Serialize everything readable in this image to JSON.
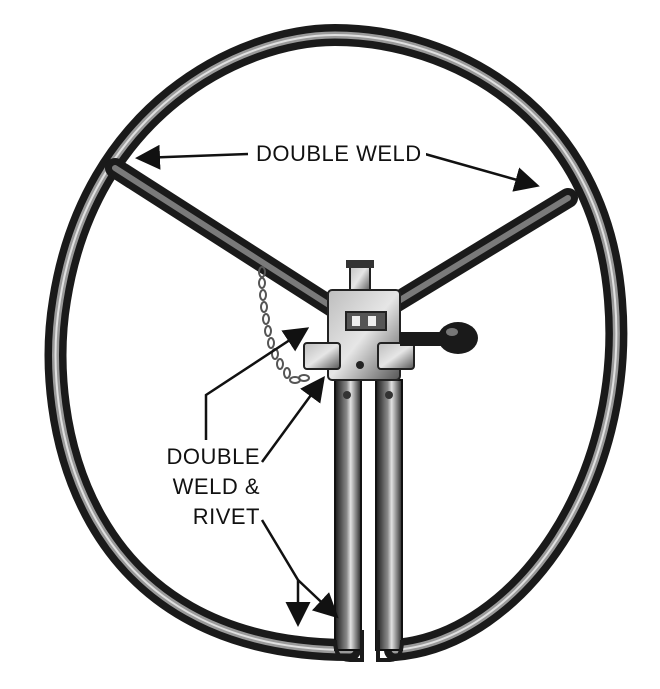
{
  "labels": {
    "top": "DOUBLE WELD",
    "left_line1": "DOUBLE",
    "left_line2": "WELD &",
    "left_line3": "RIVET"
  },
  "colors": {
    "background": "#ffffff",
    "metal_dark": "#1a1a1a",
    "metal_mid": "#6a6a6a",
    "metal_light": "#d8d8d8",
    "text": "#111111"
  }
}
